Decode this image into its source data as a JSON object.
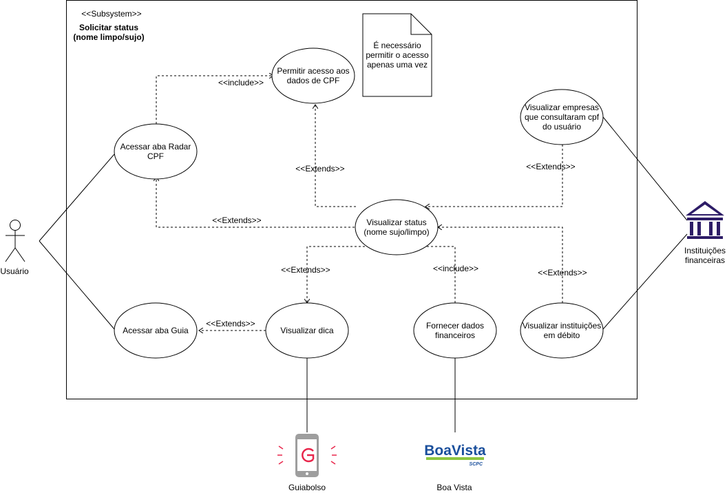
{
  "subsystem": {
    "stereotype": "<<Subsystem>>",
    "title_line1": "Solicitar status",
    "title_line2": "(nome limpo/sujo)"
  },
  "note": {
    "lines": [
      "É necessário",
      "permitir o acesso",
      "apenas uma vez"
    ]
  },
  "use_cases": {
    "permitir_acesso": [
      "Permitir acesso aos",
      "dados de CPF"
    ],
    "acessar_radar": [
      "Acessar aba Radar",
      "CPF"
    ],
    "visualizar_empresas": [
      "Visualizar empresas",
      "que consultaram cpf",
      "do usuário"
    ],
    "visualizar_status": [
      "Visualizar status",
      "(nome sujo/limpo)"
    ],
    "acessar_guia": [
      "Acessar aba Guia"
    ],
    "visualizar_dica": [
      "Visualizar dica"
    ],
    "fornecer_dados": [
      "Fornecer dados",
      "financeiros"
    ],
    "visualizar_instituicoes": [
      "Visualizar instituições",
      "em débito"
    ]
  },
  "relations": {
    "include_1": "<<include>>",
    "include_2": "<<include>>",
    "extends_permitir": "<<Extends>>",
    "extends_empresas": "<<Extends>>",
    "extends_radar": "<<Extends>>",
    "extends_dica": "<<Extends>>",
    "extends_instituicoes": "<<Extends>>",
    "extends_guia": "<<Extends>>"
  },
  "actors": {
    "usuario": "Usuário",
    "instituicoes": [
      "Instituições",
      "financeiras"
    ],
    "guiabolso": "Guiabolso",
    "boavista": "Boa Vista"
  },
  "logos": {
    "boavista_text": "BoaVista",
    "boavista_sub": "SCPC",
    "boavista_color": "#1a4f9c",
    "boavista_stripe": "#8dc63f",
    "guiabolso_color": "#e8254a",
    "phone_color": "#9e9e9e",
    "bank_color": "#2d1c67"
  }
}
